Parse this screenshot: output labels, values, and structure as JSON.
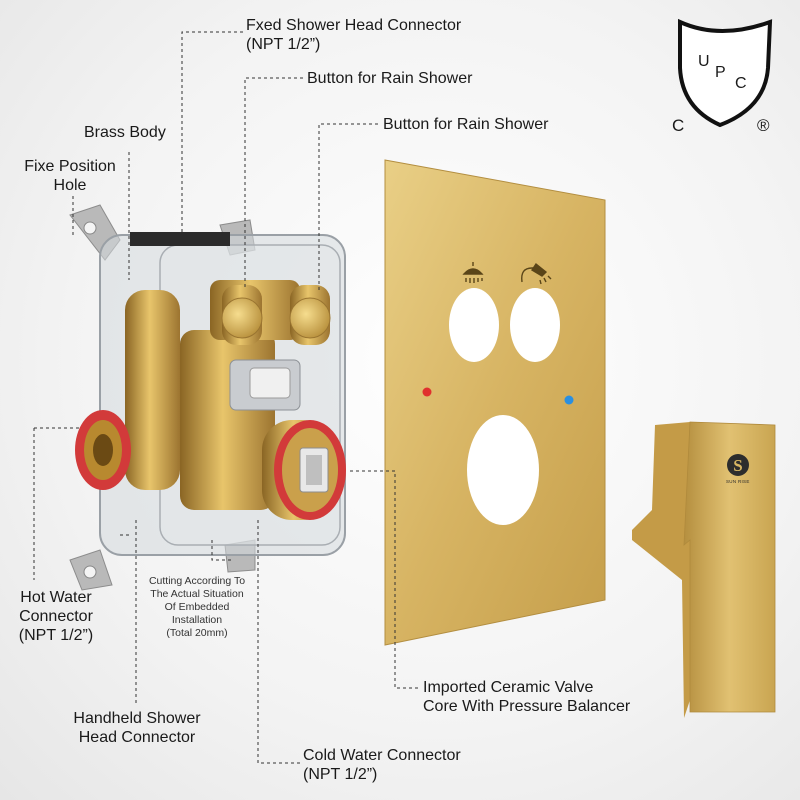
{
  "labels": {
    "fixed_shower_line1": "Fxed Shower Head Connector",
    "fixed_shower_line2": "(NPT 1/2”)",
    "button_rain_1": "Button for Rain Shower",
    "button_rain_2": "Button for Rain Shower",
    "brass_body": "Brass Body",
    "fixe_position_line1": "Fixe Position",
    "fixe_position_line2": "Hole",
    "hot_water_line1": "Hot Water",
    "hot_water_line2": "Connector",
    "hot_water_line3": "(NPT 1/2”)",
    "cutting_line1": "Cutting According To",
    "cutting_line2": "The Actual Situation",
    "cutting_line3": "Of Embedded",
    "cutting_line4": "Installation",
    "cutting_line5": "(Total 20mm)",
    "handheld_line1": "Handheld Shower",
    "handheld_line2": "Head Connector",
    "ceramic_line1": "Imported Ceramic Valve",
    "ceramic_line2": "Core With Pressure Balancer",
    "cold_water_line1": "Cold Water Connector",
    "cold_water_line2": "(NPT 1/2”)"
  },
  "certification": {
    "letter_u": "U",
    "letter_p": "P",
    "letter_c": "C",
    "outside_c": "C",
    "registered": "®"
  },
  "brand": {
    "logo_letter": "S",
    "name": "SUN RISE"
  },
  "colors": {
    "brass": "#c9a24a",
    "plate_gold": "#d8b663",
    "hot_indicator": "#e0302e",
    "cold_indicator": "#2a8fe0",
    "seal_red": "#d23a3a"
  }
}
